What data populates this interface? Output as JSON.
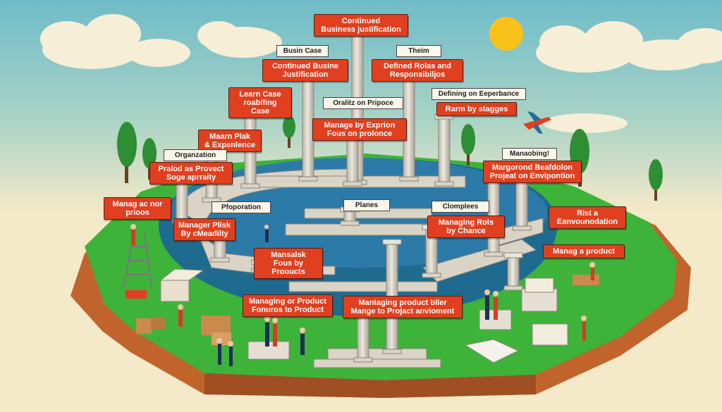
{
  "red_labels": [
    "Continued\nBusiness justification",
    "Continued Busine\nJustification",
    "Defined Rolas and\nResponsibiljos",
    "Learn Case\nroabifing Case",
    "Manage by Exprion\nFous on prolonce",
    "Rarm by stagges",
    "Maarn Plak\n& Expenlence",
    "Pralod as Provect\nSoge aprraity",
    "Margorond Beafdolon\nProjeat on Envipontion",
    "Manag ac nor\nprioos",
    "Manager Plisk\nBy cMeadilty",
    "Managing Rols\nby Chance",
    "Rist a\nEanvounodation",
    "Mansalsk\nFous by Prooucts",
    "Manag a product",
    "Managing or Product\nFonuros to Product",
    "Mantaging product bller\nMange to Projact anvioment"
  ],
  "white_labels": [
    "Busin Case",
    "Theim",
    "Oralitz on Pripoce",
    "Defining on Eeperbance",
    "Organzation",
    "Manaobing!",
    "Pfoporation",
    "Planes",
    "Clomplees"
  ],
  "colors": {
    "sky_top": "#6fbcc8",
    "sky_bottom": "#f4e9c8",
    "grass": "#3db33a",
    "soil": "#c0642c",
    "water": "#2c7aa8",
    "stone": "#d9d4c6",
    "label_red": "#e0401f",
    "sun": "#f9c21b"
  },
  "icons": [
    "sun-icon",
    "cloud-icon",
    "airplane-icon",
    "tree-icon",
    "ladder-icon",
    "box-icon",
    "person-icon"
  ]
}
